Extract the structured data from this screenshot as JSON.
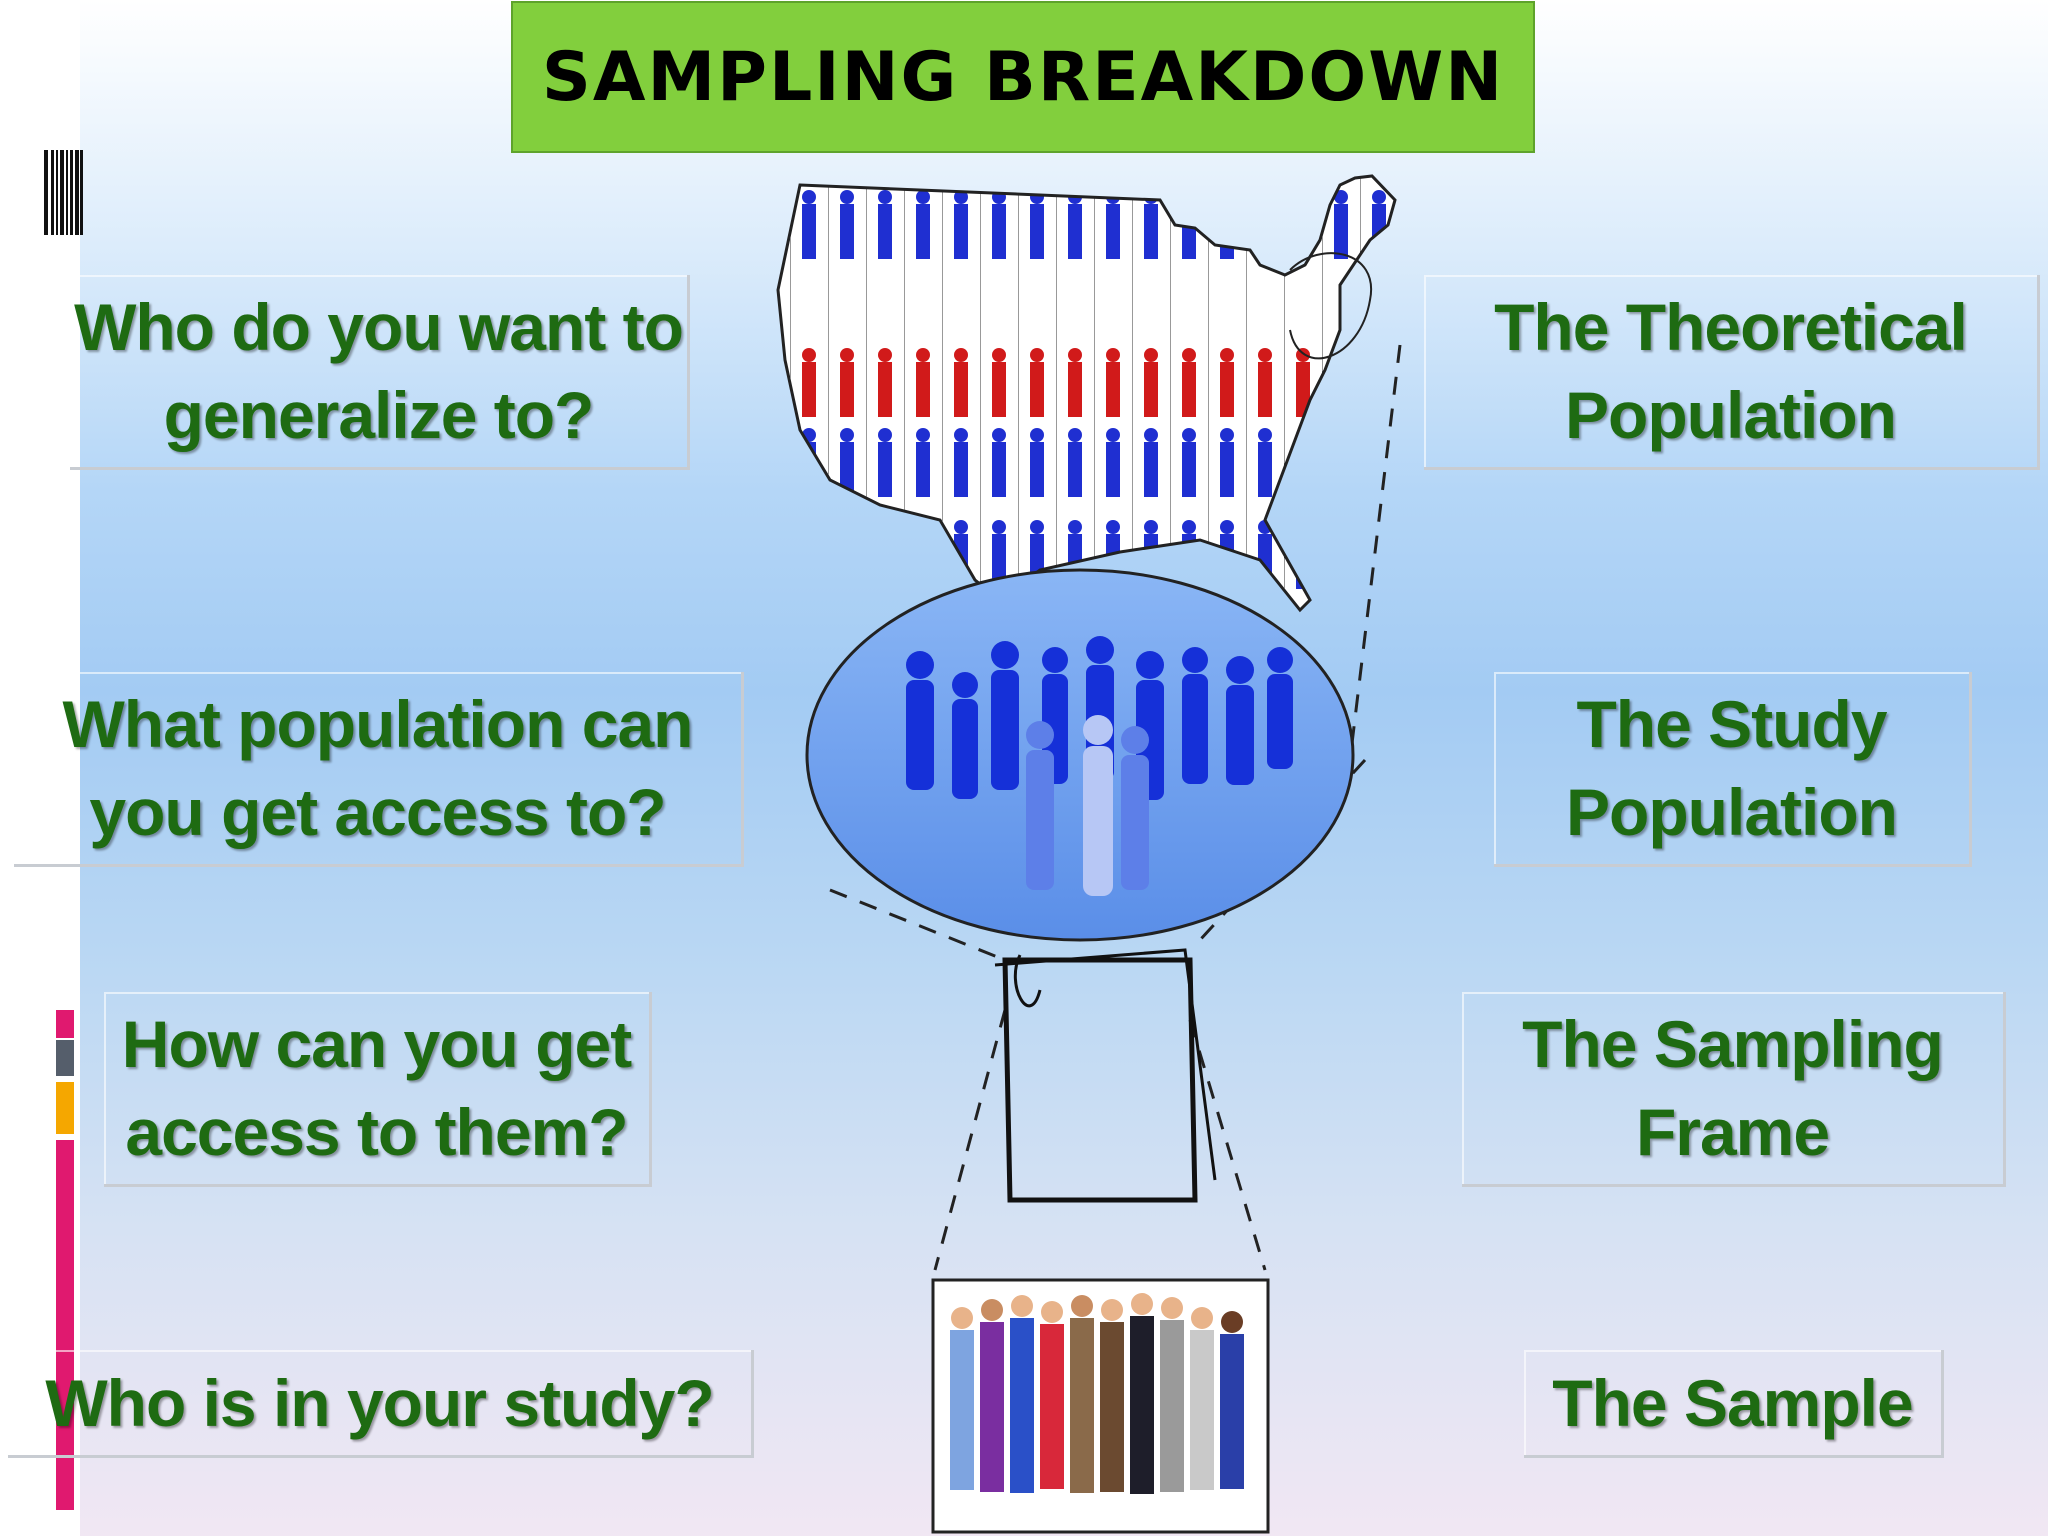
{
  "title": "SAMPLING BREAKDOWN",
  "colors": {
    "title_bg": "#82cf3d",
    "label_text": "#1e6b12",
    "accent_pink": "#e0196f",
    "accent_orange": "#f5a700",
    "accent_gray": "#555e6b",
    "flag_red": "#d11a1a",
    "flag_blue": "#1f2fd1",
    "ellipse_blue": "#6a9ef0"
  },
  "questions": [
    {
      "line1": "Who do you want to",
      "line2": "generalize to?"
    },
    {
      "line1": "What population can",
      "line2": "you get access to?"
    },
    {
      "line1": "How can you get",
      "line2": "access to them?"
    },
    {
      "line1": "Who is in your study?",
      "line2": ""
    }
  ],
  "answers": [
    {
      "line1": "The Theoretical",
      "line2": "Population"
    },
    {
      "line1": "The Study",
      "line2": "Population"
    },
    {
      "line1": "The Sampling",
      "line2": "Frame"
    },
    {
      "line1": "The Sample",
      "line2": ""
    }
  ],
  "illustrations": {
    "theoretical": "us-map-flag-people-icon",
    "study": "crowd-ellipse-icon",
    "frame": "sampling-frame-box-icon",
    "sample": "group-of-people-icon"
  }
}
